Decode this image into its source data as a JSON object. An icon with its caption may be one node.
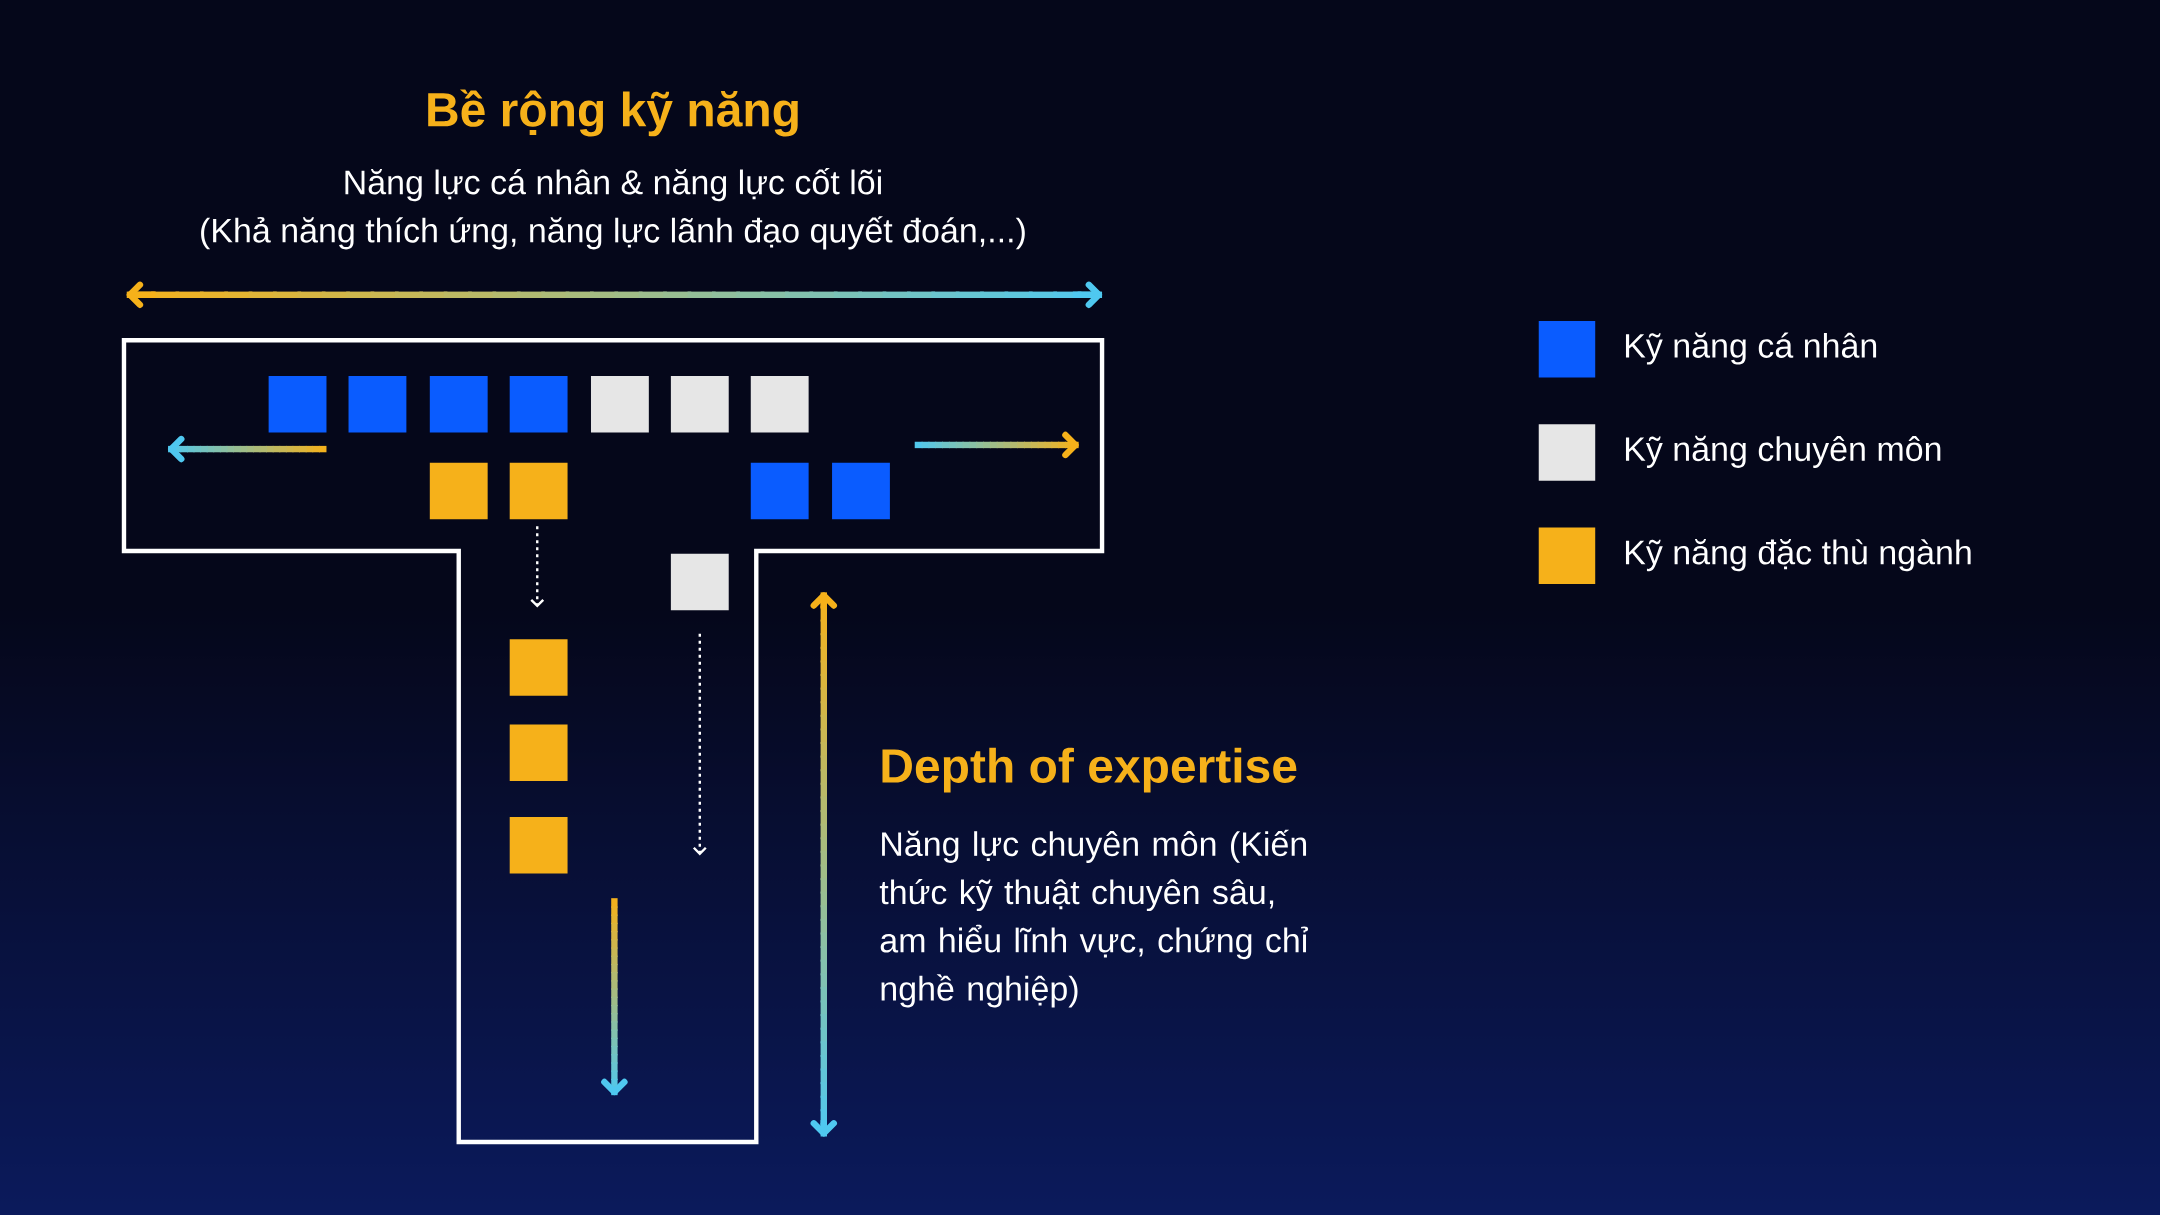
{
  "diagram": {
    "labels": [
      "Bề rộng kỹ năng",
      "Năng lực cá nhân & năng lực cốt lõi",
      "(Khả năng thích ứng, năng lực lãnh đạo quyết đoán,...)",
      "Depth of expertise",
      "Năng lực chuyên môn (Kiến thức kỹ thuật chuyên sâu, am hiểu lĩnh vực, chứng chỉ nghề nghiệp)"
    ],
    "legend": [
      {
        "text": "Kỹ năng cá nhân",
        "color": "#0a5cff"
      },
      {
        "text": "Kỹ năng chuyên môn",
        "color": "#e6e6e6"
      },
      {
        "text": "Kỹ năng đặc thù ngành",
        "color": "#f6b11a"
      }
    ]
  }
}
